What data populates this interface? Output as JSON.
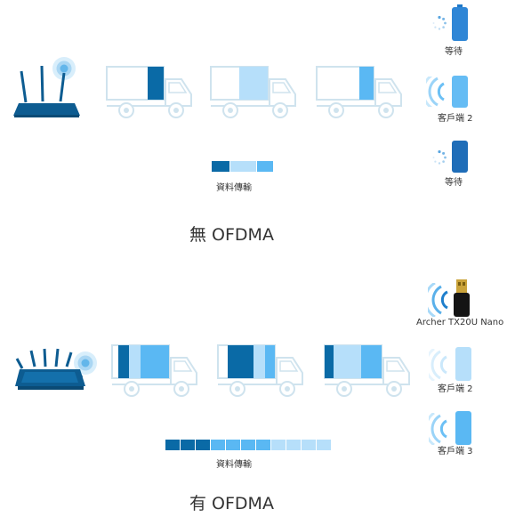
{
  "colors": {
    "dark_blue": "#0a6aa6",
    "medium_blue": "#5ab8f3",
    "light_blue": "#b6dffa",
    "router_blue": "#0d5c91",
    "truck_outline": "#cfe3ee",
    "phone_blue": "#2f86d6"
  },
  "top": {
    "clients": [
      {
        "label": "等待",
        "status": "waiting"
      },
      {
        "label": "客戶端 2",
        "status": "active"
      },
      {
        "label": "等待",
        "status": "waiting"
      }
    ],
    "legend_label": "資料傳輸",
    "title": "無 OFDMA"
  },
  "bottom": {
    "clients": [
      {
        "label": "Archer TX20U Nano"
      },
      {
        "label": "客戶端 2"
      },
      {
        "label": "客戶端 3"
      }
    ],
    "legend_label": "資料傳輸",
    "title": "有 OFDMA"
  },
  "icons": [
    "router-icon",
    "truck-icon",
    "phone-icon",
    "usb-adapter-icon",
    "wifi-signal-icon",
    "loading-spinner-icon"
  ]
}
